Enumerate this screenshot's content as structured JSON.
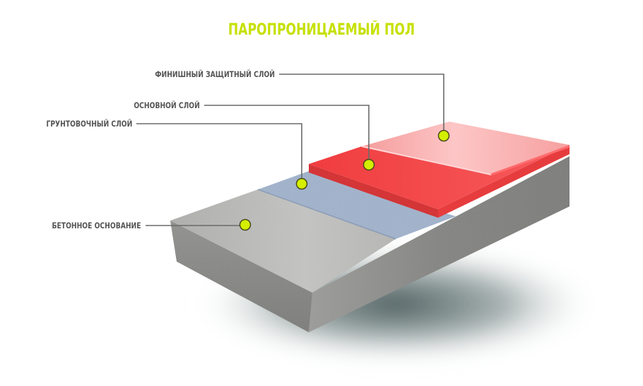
{
  "title": "ПАРОПРОНИЦАЕМЫЙ ПОЛ",
  "colors": {
    "title": "#c6e000",
    "label_text": "#555555",
    "leader_line": "#6a6a6a",
    "marker_fill": "#d4ee00",
    "marker_stroke": "#4a4a1a",
    "concrete_top": "#b9b9b7",
    "concrete_side": "#8c8c8a",
    "primer_layer": "#9fb2cc",
    "base_layer": "#f4484a",
    "finish_layer": "#fbaaaa"
  },
  "layers": [
    {
      "id": "finish",
      "label": "ФИНИШНЫЙ ЗАЩИТНЫЙ СЛОЙ"
    },
    {
      "id": "base",
      "label": "ОСНОВНОЙ СЛОЙ"
    },
    {
      "id": "primer",
      "label": "ГРУНТОВОЧНЫЙ СЛОЙ"
    },
    {
      "id": "concrete",
      "label": "БЕТОННОЕ ОСНОВАНИЕ"
    }
  ]
}
